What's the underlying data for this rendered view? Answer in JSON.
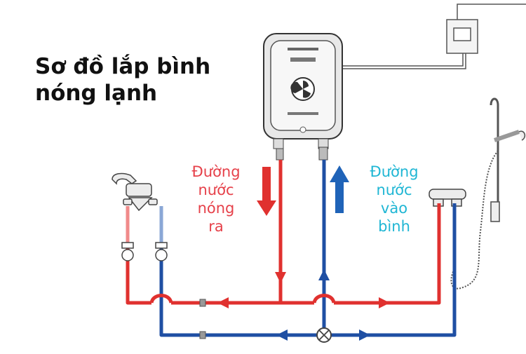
{
  "title": {
    "line1": "Sơ đồ lắp bình",
    "line2": "nóng lạnh"
  },
  "labels": {
    "hot_out": {
      "lines": [
        "Đường",
        "nước",
        "nóng",
        "ra"
      ]
    },
    "cold_in": {
      "lines": [
        "Đường",
        "nước",
        "vào",
        "bình"
      ]
    }
  },
  "colors": {
    "hot": "#e0312f",
    "cold": "#1f4fa3",
    "cold_label": "#1fb6d4",
    "hot_label": "#e6414a",
    "outline": "#555555"
  },
  "icons": {
    "heater": "water-heater-icon",
    "fan": "fan-logo-icon",
    "box": "control-box-icon",
    "sink_faucet": "sink-faucet-icon",
    "shower": "shower-icon",
    "mixer": "shower-mixer-icon",
    "valve": "valve-icon"
  }
}
